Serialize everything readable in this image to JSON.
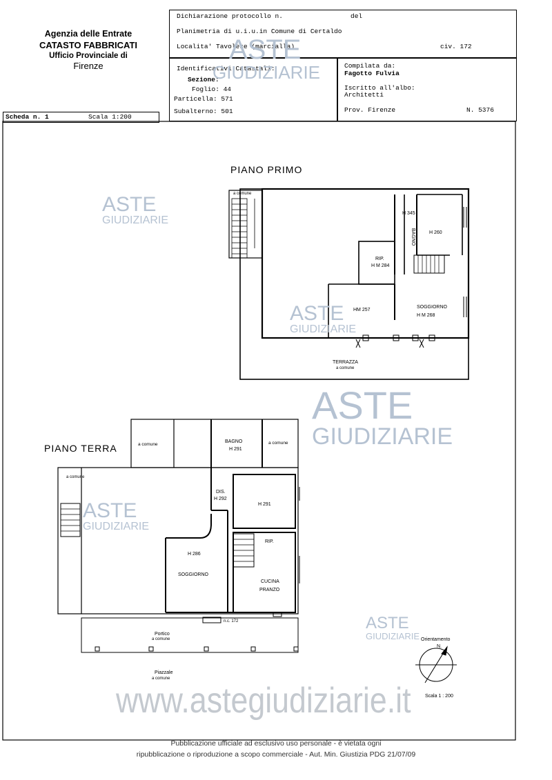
{
  "header": {
    "agency": [
      "Agenzia delle Entrate",
      "CATASTO FABBRICATI",
      "Ufficio Provinciale di",
      "Firenze"
    ],
    "scheda": "Scheda n. 1",
    "scala": "Scala 1:200",
    "decl_line": "Dichiarazione protocollo n.",
    "decl_del": "del",
    "plan_line": "Planimetria di u.i.u.in Comune di Certaldo",
    "locality": "Localita' Tavolese (marcialla)",
    "civ": "civ. 172",
    "ident_title": "Identificativi Catastali:",
    "sezione": "Sezione:",
    "foglio": "Foglio: 44",
    "particella": "Particella: 571",
    "subalterno": "Subalterno: 501",
    "compilata": "Compilata da:",
    "compiler_name": "Fagotto Fulvia",
    "iscritto": "Iscritto all'albo:",
    "albo": "Architetti",
    "prov": "Prov. Firenze",
    "numero": "N. 5376"
  },
  "piano_primo": {
    "title": "PIANO PRIMO",
    "labels": {
      "a_comune": "a comune",
      "h345": "H 345",
      "bagno": "BAGNO",
      "h260": "H 260",
      "rip": "RIP.",
      "hm284": "H M 284",
      "hm257": "HM 257",
      "soggiorno": "SOGGIORNO",
      "hm268": "H M 268",
      "terrazza": "TERRAZZA",
      "terrazza_sub": "a comune"
    }
  },
  "piano_terra": {
    "title": "PIANO TERRA",
    "labels": {
      "a_comune_1": "a comune",
      "bagno": "BAGNO",
      "h291a": "H 291",
      "a_comune_2": "a comune",
      "a_comune_3": "a comune",
      "dis": "DIS.",
      "h292": "H 292",
      "h291b": "H 291",
      "rip": "RIP.",
      "h286": "H 286",
      "soggiorno": "SOGGIORNO",
      "cucina": "CUCINA",
      "pranzo": "PRANZO",
      "nc": "n.c. 172",
      "portico": "Portico",
      "portico_sub": "a comune",
      "piazzale": "Piazzale",
      "piazzale_sub": "a comune"
    }
  },
  "orientation": {
    "label": "Orientamento",
    "north": "N.",
    "scale": "Scala 1 : 200"
  },
  "watermarks": {
    "aste": "ASTE",
    "giudiziarie": "GIUDIZIARIE",
    "site": "www.astegiudiziarie.it"
  },
  "footer": {
    "line1": "Pubblicazione ufficiale ad esclusivo uso personale - è vietata ogni",
    "line2": "ripubblicazione o riproduzione a scopo commerciale - Aut. Min. Giustizia PDG 21/07/09"
  },
  "colors": {
    "watermark": "#b5c2d2",
    "ink": "#000000"
  }
}
